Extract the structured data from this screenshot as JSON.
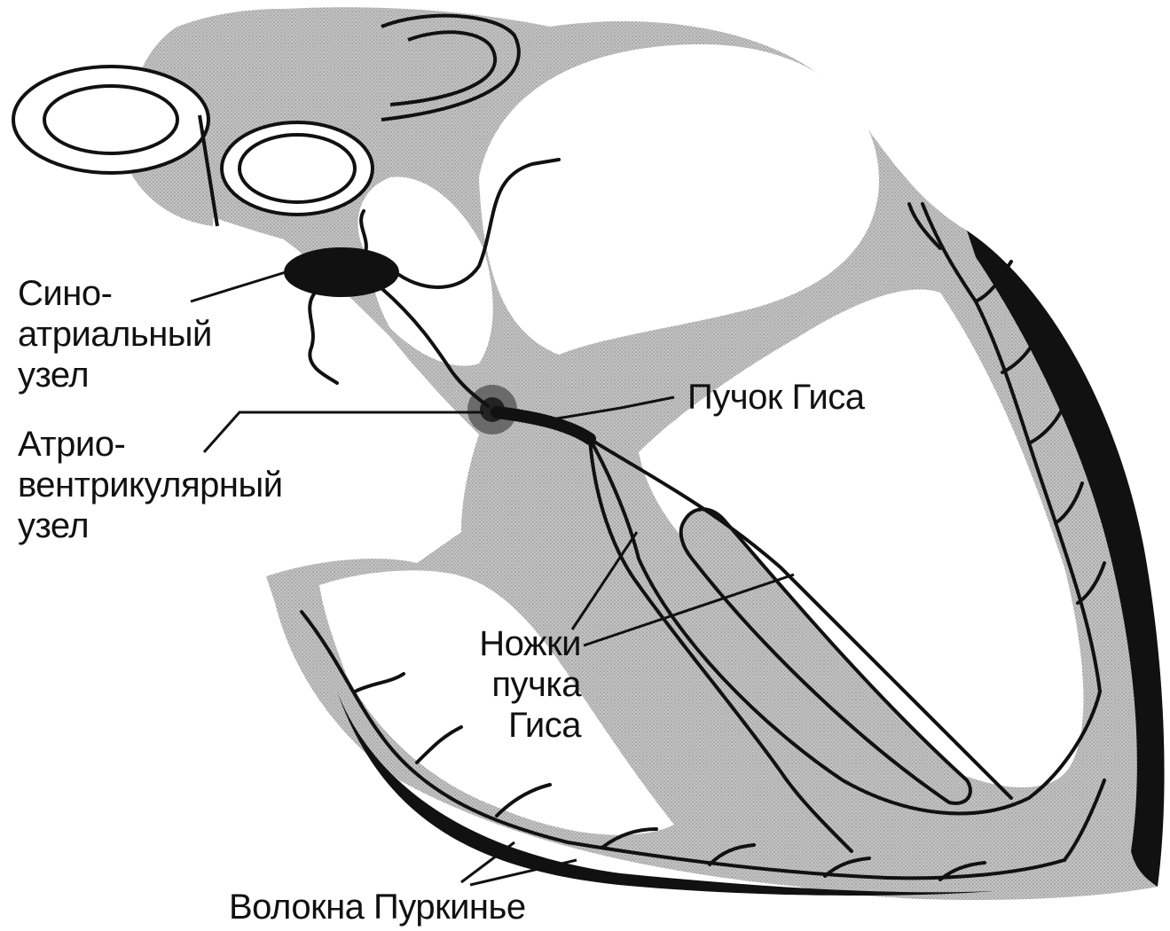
{
  "labels": {
    "sinoatrial_node": "Сино-\nатриальный\nузел",
    "av_node": "Атрио-\nвентрикулярный\nузел",
    "bundle_of_his": "Пучок Гиса",
    "bundle_branches": "Ножки\nпучка\nГиса",
    "purkinje_fibers": "Волокна Пуркинье"
  },
  "colors": {
    "ink": "#111111",
    "wall_gray": "#b8b8b8",
    "chamber_fill": "#ffffff",
    "node_fill": "#111111"
  }
}
